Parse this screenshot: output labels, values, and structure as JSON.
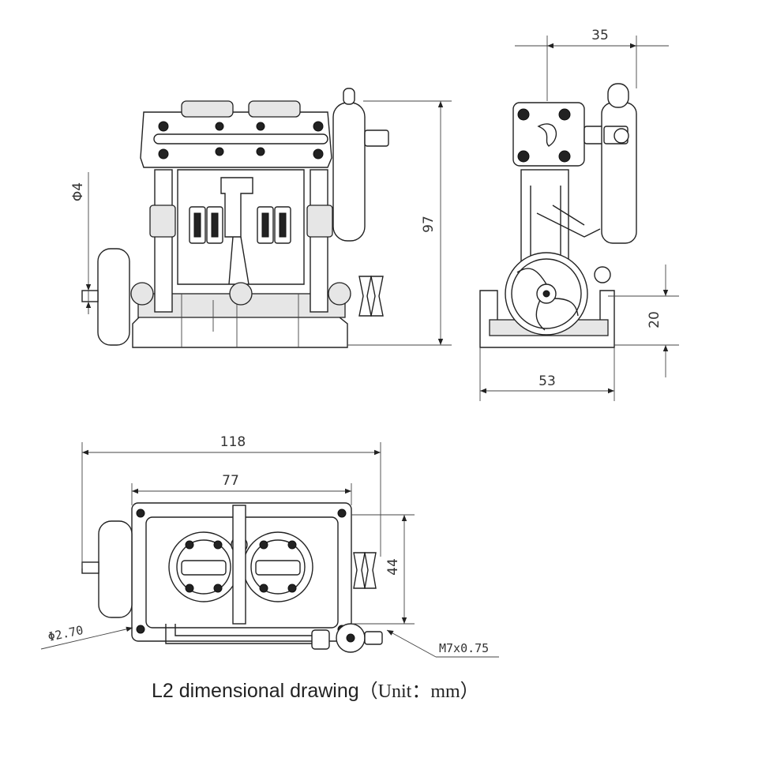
{
  "dimensions": {
    "side_width": "35",
    "height": "97",
    "shaft_diameter": "Φ4",
    "base_height": "20",
    "base_width": "53",
    "overall_length": "118",
    "cylinder_span": "77",
    "top_depth": "44",
    "hole_diameter": "Φ2.70",
    "thread": "M7x0.75"
  },
  "caption": {
    "text": "L2 dimensional drawing",
    "unit": "（Unit：mm）"
  }
}
